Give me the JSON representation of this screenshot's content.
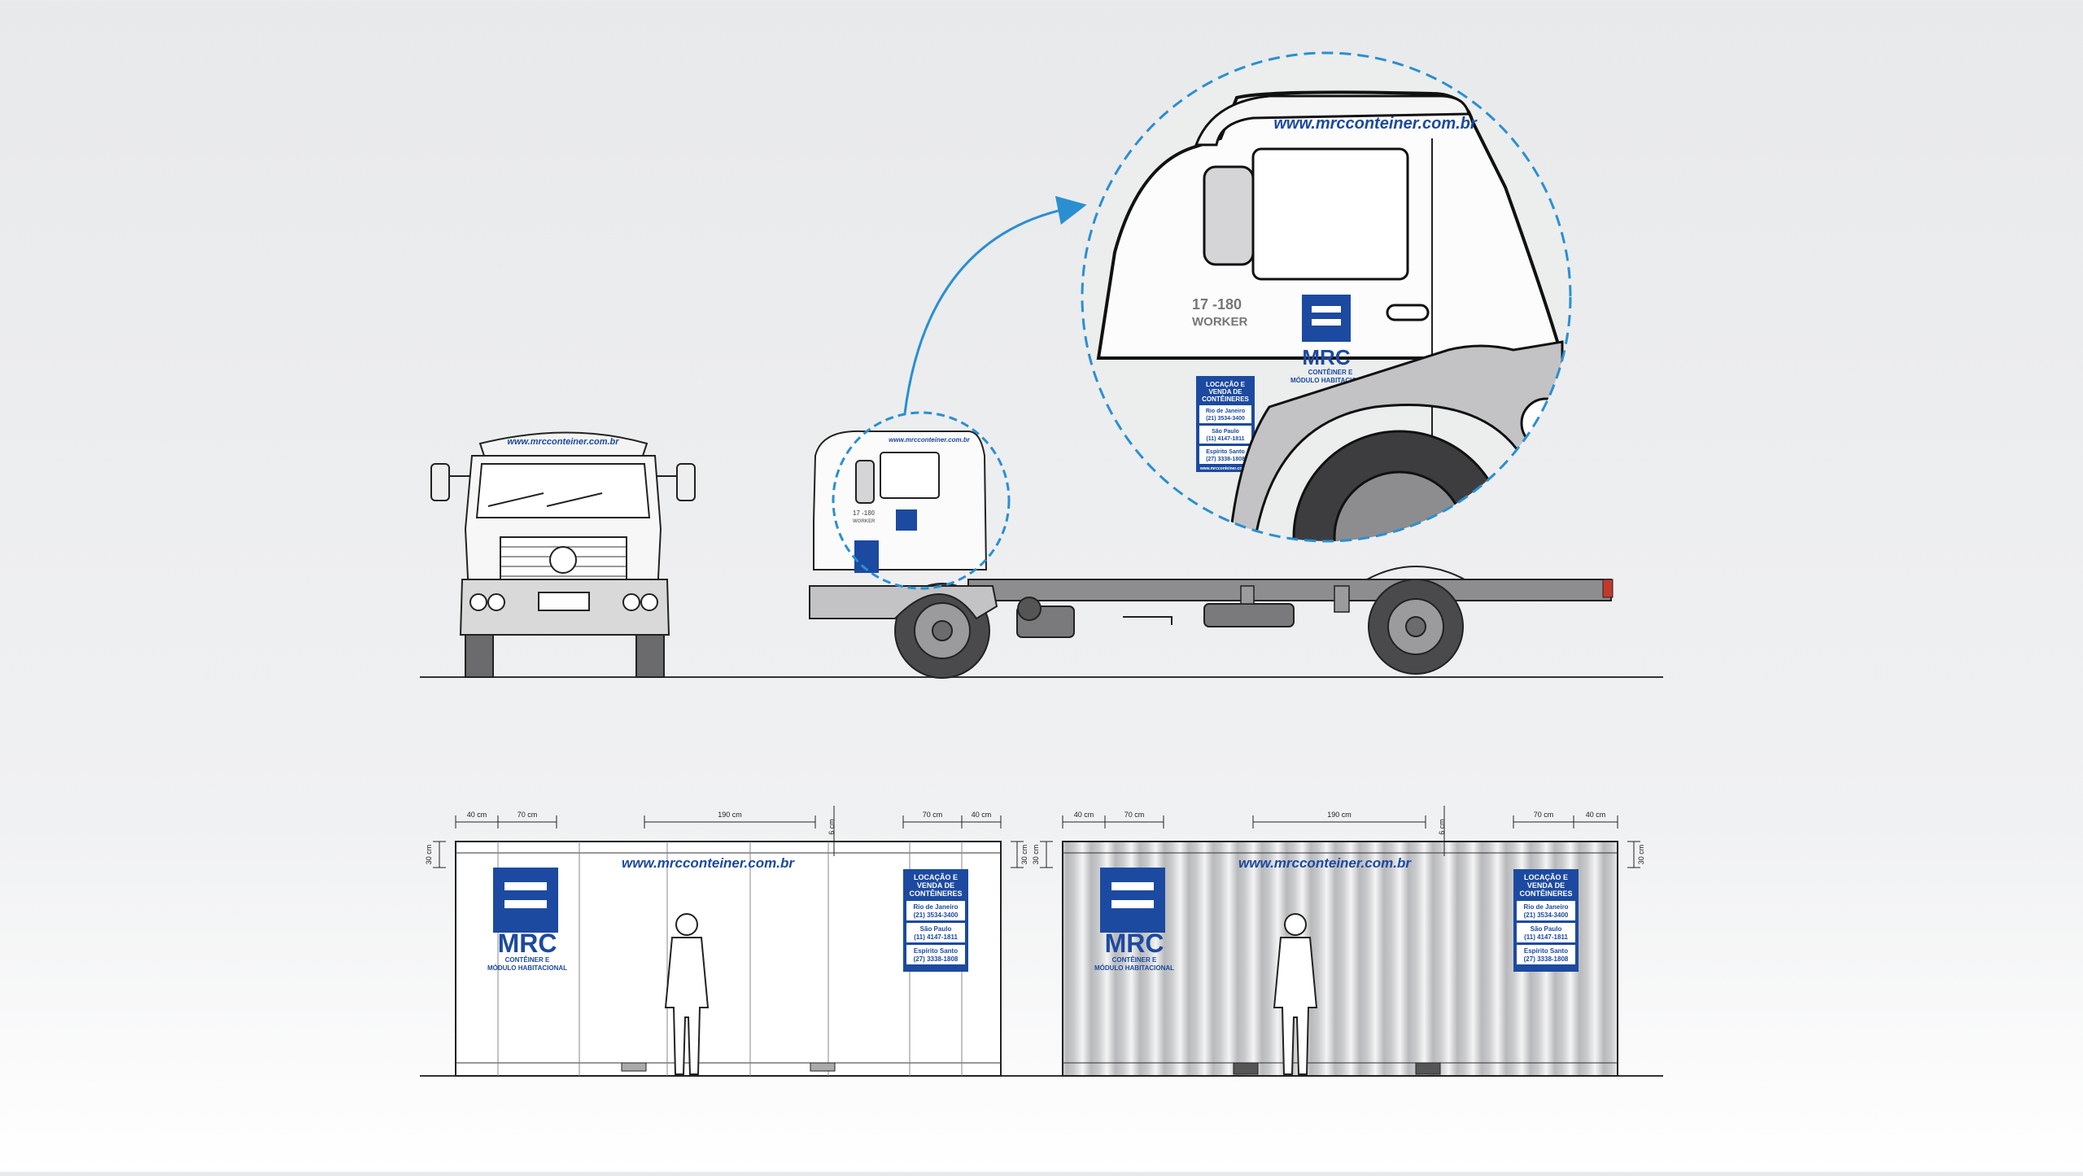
{
  "branding": {
    "website": "www.mrcconteiner.com.br",
    "logo_text": "MRC",
    "logo_tagline_1": "CONTÊINER E",
    "logo_tagline_2": "MÓDULO HABITACIONAL"
  },
  "truck": {
    "model_line_1": "17 -180",
    "model_line_2": "WORKER"
  },
  "contact_sign": {
    "heading_1": "LOCAÇÃO E",
    "heading_2": "VENDA DE",
    "heading_3": "CONTÊINERES",
    "city_1": "Rio de Janeiro",
    "phone_1": "(21) 3534-3400",
    "city_2": "São Paulo",
    "phone_2": "(11) 4147-1811",
    "city_3": "Espírito Santo",
    "phone_3": "(27) 3338-1808",
    "footer": "www.mrcconteiner.com.br"
  },
  "dimensions": {
    "margin_side": "40 cm",
    "logo_width": "70 cm",
    "url_width": "190 cm",
    "url_top_gap": "6 cm",
    "top_band": "30 cm"
  },
  "colors": {
    "brand_blue": "#1c4aa0",
    "callout_dash": "#2a8fd0",
    "metal_grey": "#8a8a8c"
  }
}
